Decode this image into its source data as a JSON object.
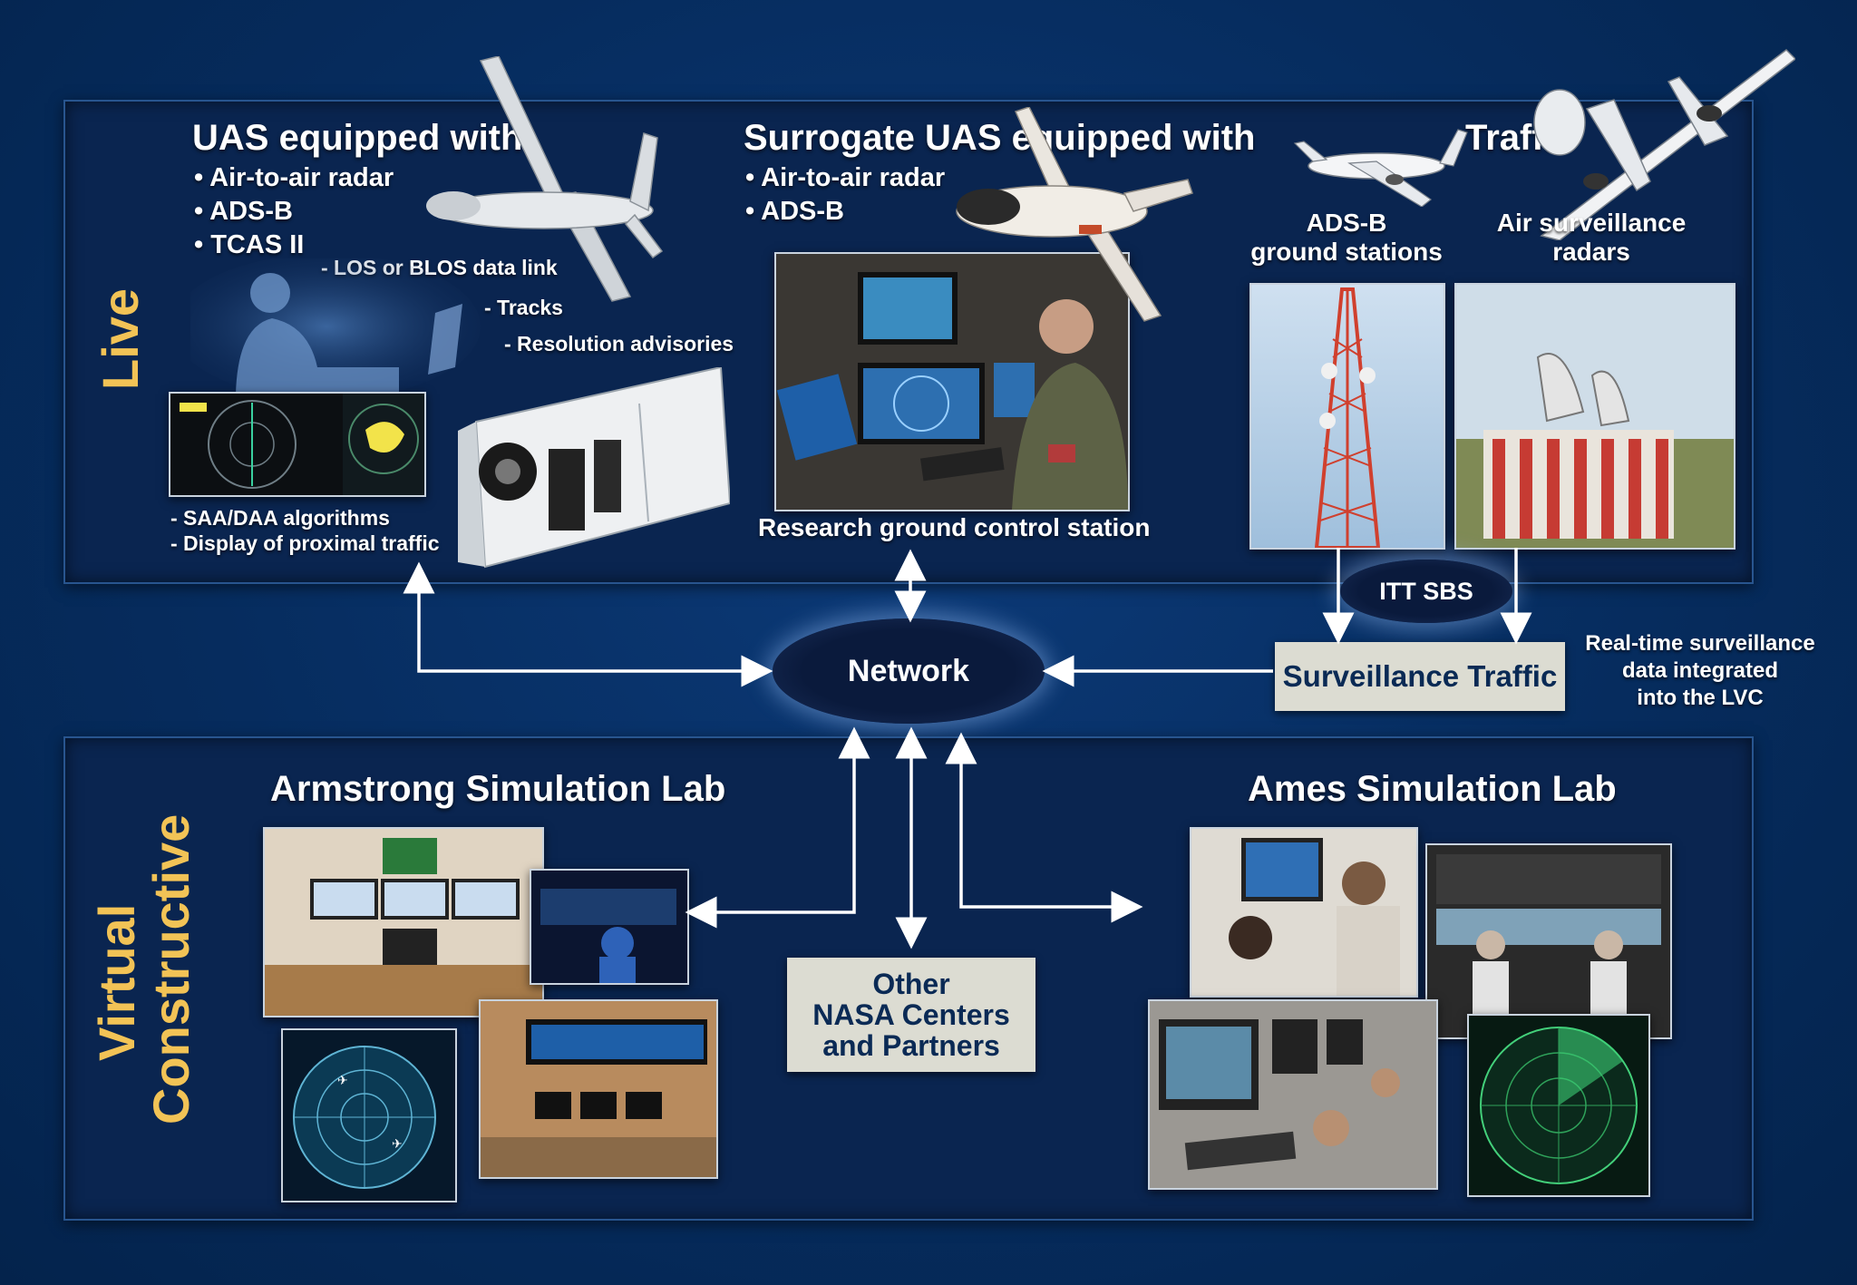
{
  "live": {
    "side_label": "Live",
    "uas": {
      "title": "UAS equipped with",
      "items": [
        "Air-to-air radar",
        "ADS-B",
        "TCAS II"
      ],
      "links": [
        "- LOS or BLOS data link",
        "- Tracks",
        "- Resolution advisories"
      ],
      "notes": [
        "- SAA/DAA algorithms",
        "- Display of proximal traffic"
      ]
    },
    "surrogate": {
      "title": "Surrogate UAS equipped with",
      "items": [
        "Air-to-air radar",
        "ADS-B"
      ],
      "caption": "Research ground control station"
    },
    "traffic": {
      "title": "Traffic",
      "adsb": [
        "ADS-B",
        "ground stations"
      ],
      "radar": [
        "Air surveillance",
        "radars"
      ]
    }
  },
  "network": {
    "label": "Network"
  },
  "itt": {
    "label": "ITT SBS"
  },
  "surveillance": {
    "label": "Surveillance Traffic",
    "note": [
      "Real-time surveillance",
      "data integrated",
      "into the LVC"
    ]
  },
  "vc": {
    "side_label": [
      "Virtual",
      "Constructive"
    ],
    "armstrong": "Armstrong Simulation Lab",
    "ames": "Ames Simulation Lab",
    "other": [
      "Other",
      "NASA Centers",
      "and Partners"
    ]
  },
  "colors": {
    "accent": "#f2c356",
    "arrow": "#ffffff",
    "box": "#dcdcd2"
  }
}
